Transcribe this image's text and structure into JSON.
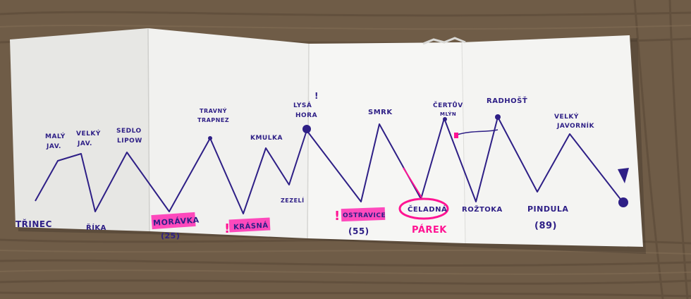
{
  "colors": {
    "wood": "#6f5c47",
    "paper": "#f3f3f1",
    "ink": "#2e1f86",
    "highlighter": "#ff2bb3"
  },
  "labels": {
    "trinec": "TŘINEC",
    "maly_javorovy": [
      "MALÝ",
      "JAV."
    ],
    "velky_javorovy": [
      "VELKÝ",
      "JAV."
    ],
    "ropice": "ŘÍKA",
    "sedlo_lipovy": [
      "SEDLO",
      "LIPOW"
    ],
    "morávka": "MORÁVKA",
    "moravka_km": "(25)",
    "travny": [
      "TRAVNÝ",
      "TRAPNEZ"
    ],
    "krasna": "KRÁSNÁ",
    "kmucka": "KMULKA",
    "zeleni": "ZEZELÍ",
    "lysa_hora": [
      "LYSÁ",
      "HORA"
    ],
    "ostravice": "OSTRAVICE",
    "ostravice_km": "(55)",
    "smrk": "SMRK",
    "celadna": "ČELADNÁ",
    "parek": "PÁREK",
    "certuv_mlyn": [
      "ČERTŮV",
      "MLÝN"
    ],
    "roztoky": "ROŽTOKA",
    "radhost": "RADHOŠŤ",
    "pindula": "PINDULA",
    "pindula_km": "(89)",
    "velky_javornik": [
      "VELKÝ",
      "JAVORNÍK"
    ],
    "exclaim": "!"
  }
}
